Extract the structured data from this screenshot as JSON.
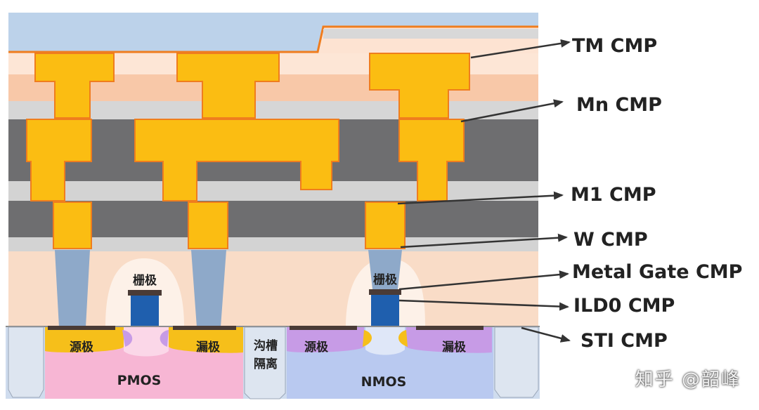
{
  "labels": {
    "tm_cmp": "TM CMP",
    "mn_cmp": "Mn CMP",
    "m1_cmp": "M1 CMP",
    "w_cmp": "W CMP",
    "metal_gate_cmp": "Metal Gate CMP",
    "ild0_cmp": "ILD0 CMP",
    "sti_cmp": "STI CMP"
  },
  "regions": {
    "pmos": "PMOS",
    "nmos": "NMOS",
    "gate_left": "栅极",
    "gate_right": "栅极",
    "source_left": "源极",
    "drain_left": "漏极",
    "source_right": "源极",
    "drain_right": "漏极",
    "sti_line1": "沟槽",
    "sti_line2": "隔离"
  },
  "watermark": "知乎 @韶峰",
  "colors": {
    "metal": "#fbbd12",
    "metal_edge": "#ef7d1e",
    "tungsten": "#8ea9c9",
    "gate": "#1f5fae",
    "dielectric_dark": "#6e6e70",
    "dielectric_light": "#d3d3d3",
    "peach": "#f7c7a9",
    "top_passivation": "#bcd2ea",
    "pmos": "#f7b6d4",
    "nmos": "#b9c9f0",
    "source_drain_n": "#c79be6"
  }
}
